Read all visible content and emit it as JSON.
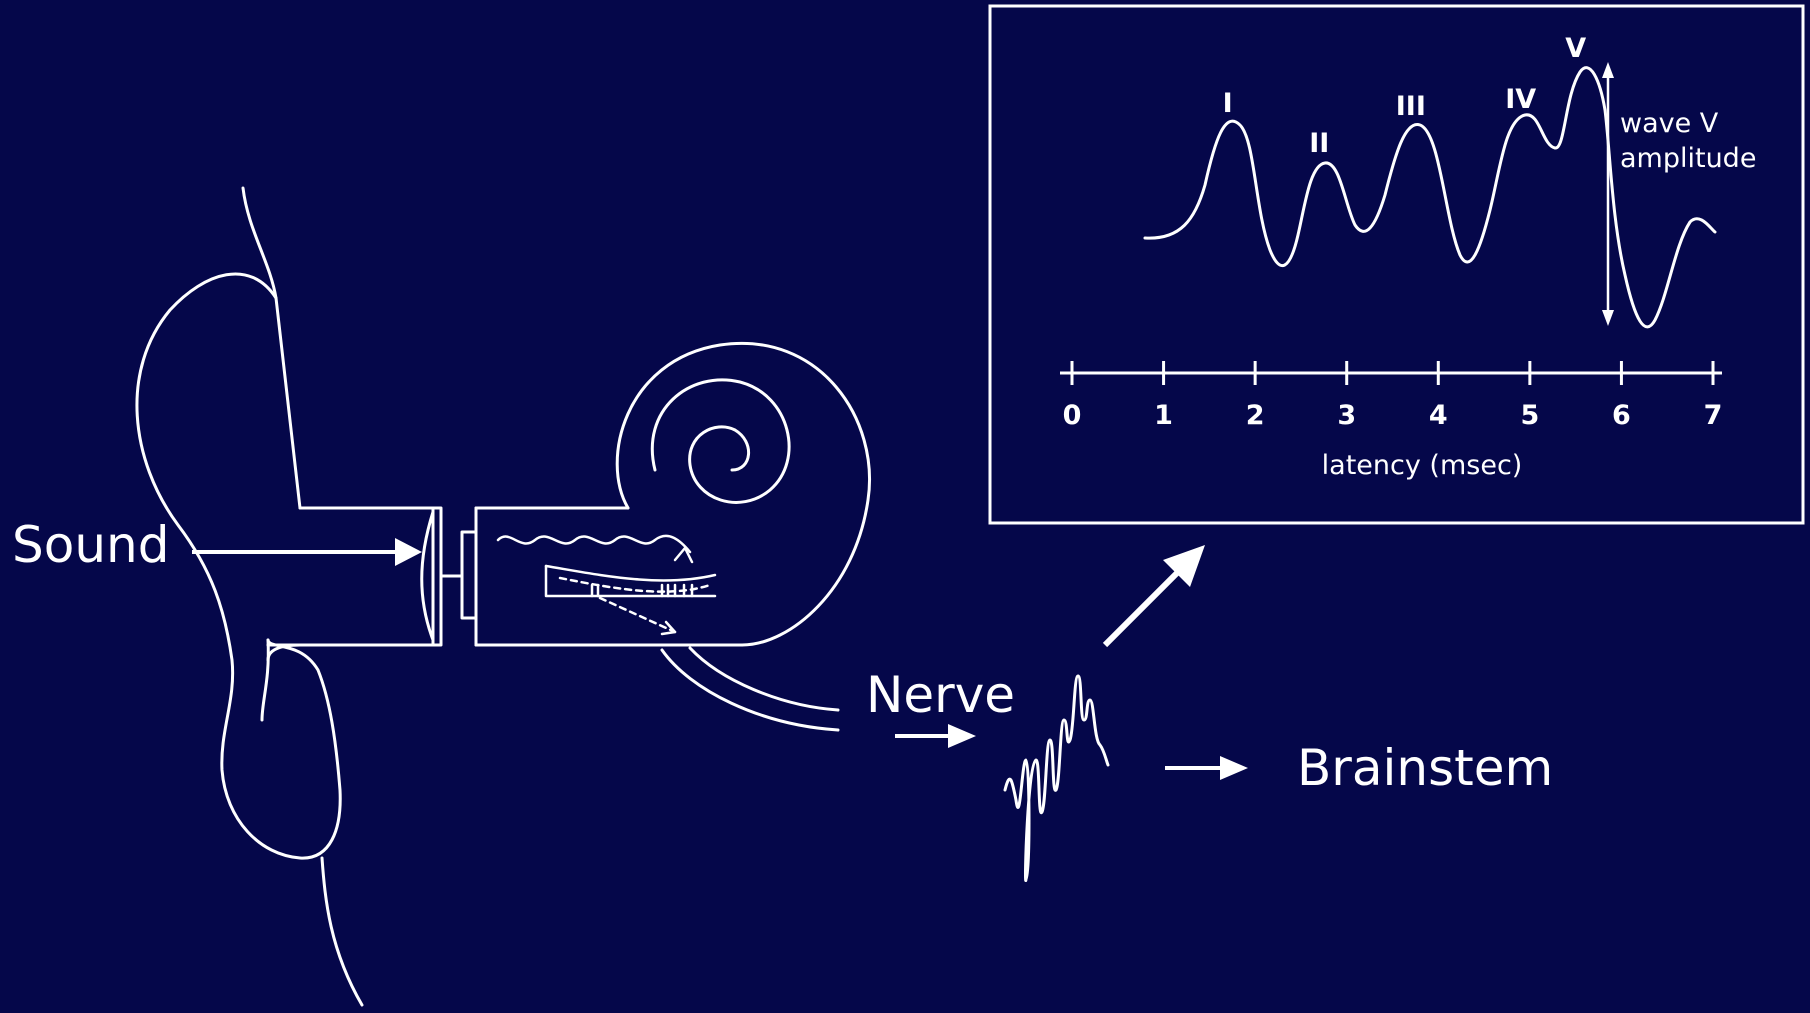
{
  "colors": {
    "background": "#05074a",
    "foreground": "#ffffff"
  },
  "labels": {
    "sound": "Sound",
    "nerve": "Nerve",
    "brainstem": "Brainstem",
    "amplitude_line1": "wave V",
    "amplitude_line2": "amplitude",
    "xlabel": "latency (msec)"
  },
  "chart_data": {
    "type": "line",
    "title": "",
    "xlabel": "latency (msec)",
    "ylabel": "",
    "xlim": [
      0,
      7
    ],
    "x_ticks": [
      "0",
      "1",
      "2",
      "3",
      "4",
      "5",
      "6",
      "7"
    ],
    "grid": false,
    "peaks": [
      {
        "label": "I",
        "latency": 1.7
      },
      {
        "label": "II",
        "latency": 2.7
      },
      {
        "label": "III",
        "latency": 3.7
      },
      {
        "label": "IV",
        "latency": 4.9
      },
      {
        "label": "V",
        "latency": 5.5
      }
    ],
    "annotation": "wave V amplitude"
  }
}
